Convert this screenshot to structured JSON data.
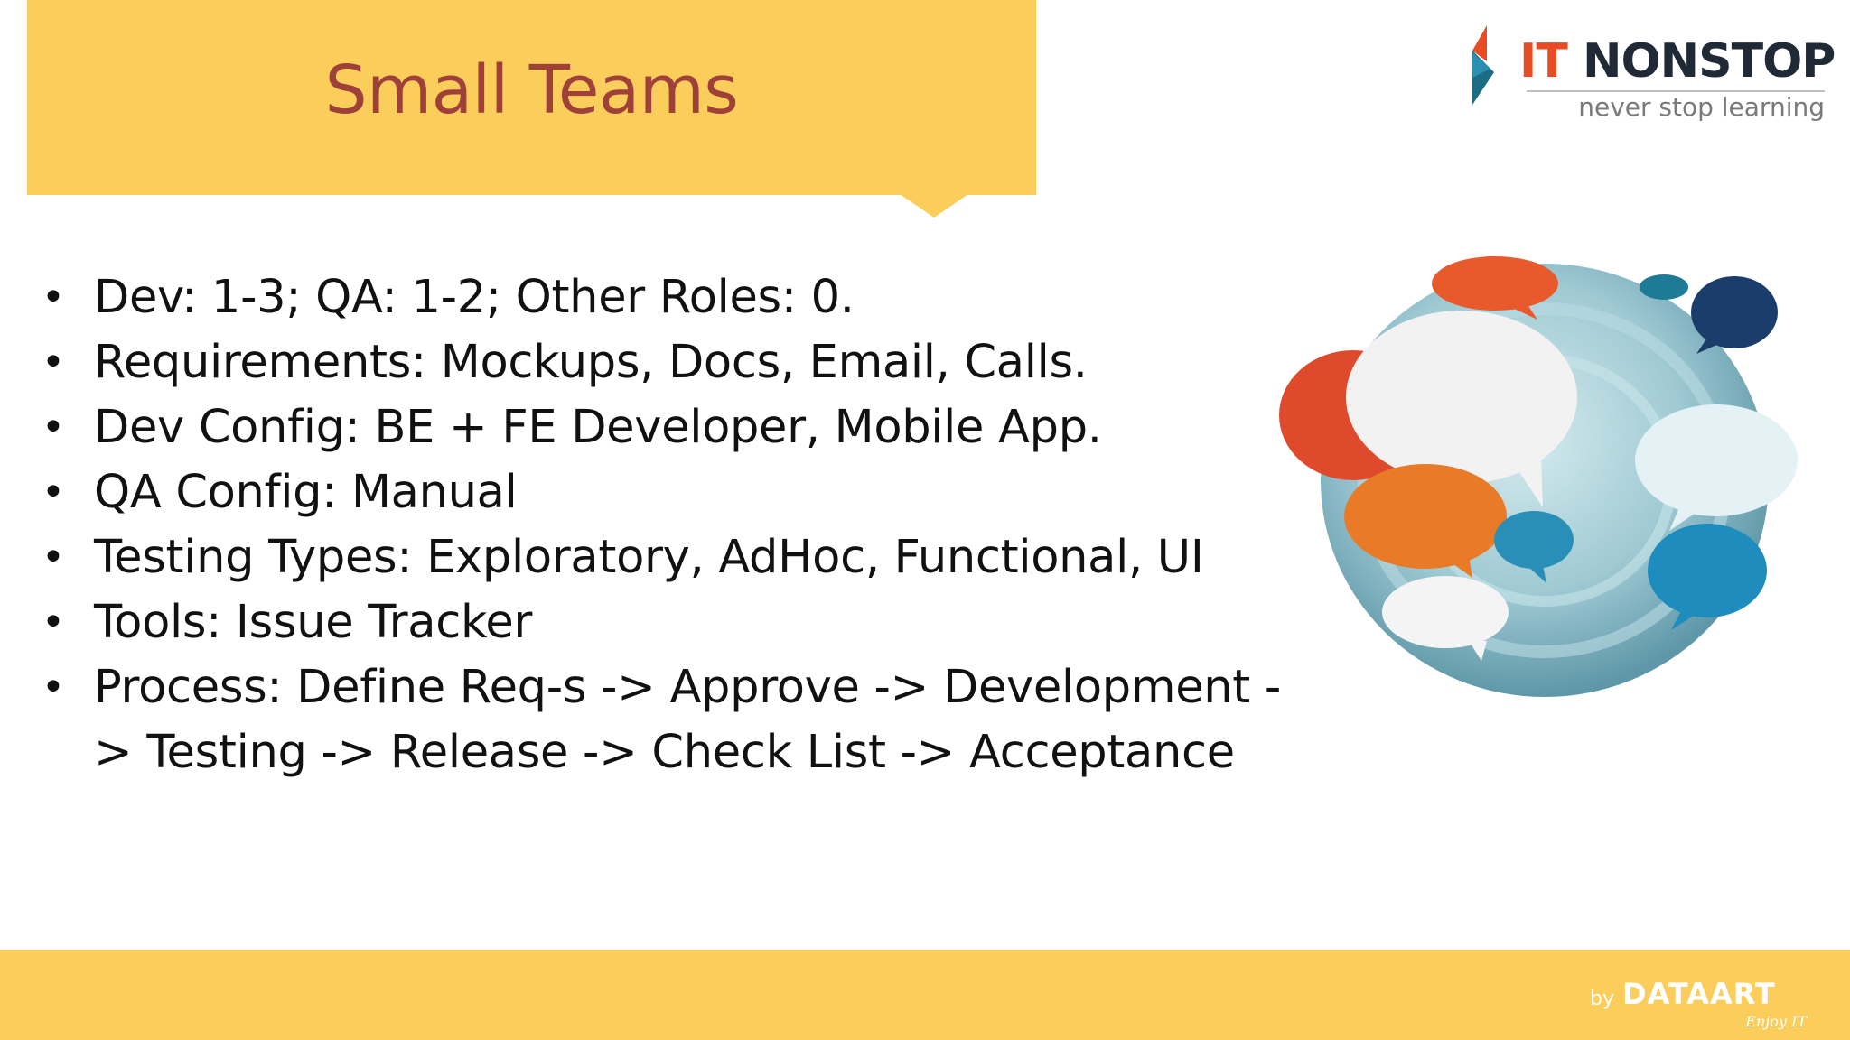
{
  "slide": {
    "title": "Small Teams",
    "bullets": [
      "Dev: 1-3; QA: 1-2; Other Roles: 0.",
      "Requirements: Mockups, Docs, Email, Calls.",
      "Dev Config: BE + FE Developer, Mobile App.",
      "QA Config: Manual",
      "Testing Types: Exploratory, AdHoc, Functional, UI",
      "Tools: Issue Tracker",
      "Process: Define Req-s -> Approve -> Development -> Testing -> Release -> Check List -> Acceptance"
    ],
    "bullet_glyph": "•"
  },
  "header_logo": {
    "brand_it": "IT",
    "brand_rest": "NONSTOP",
    "tagline": "never stop learning",
    "icon": "nonstop-logo-icon"
  },
  "footer_logo": {
    "by": "by",
    "brand": "DATAART",
    "sub": "Enjoy IT"
  },
  "colors": {
    "accent_yellow": "#fbcd5a",
    "title_red": "#a0403a",
    "logo_orange": "#e84c24",
    "logo_dark": "#1f2a36"
  },
  "illustration": {
    "icon": "speech-bubbles-globe-icon"
  }
}
